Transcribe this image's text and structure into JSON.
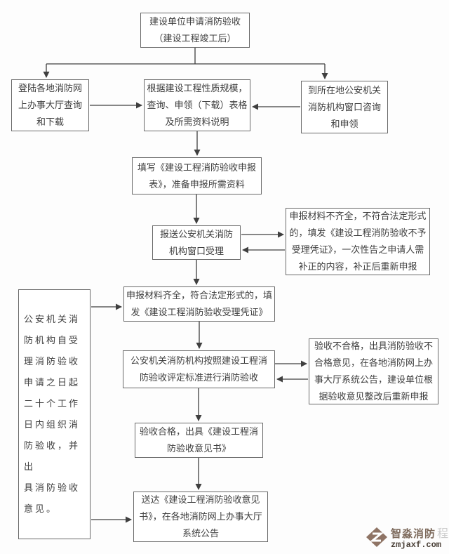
{
  "flowchart": {
    "nodes": {
      "start": {
        "text": "建设单位申请消防验收\n（建设工程竣工后）"
      },
      "online_hall": {
        "text": "登陆各地消防网\n上办事大厅查询\n和下载"
      },
      "materials": {
        "text": "根据建设工程性质规模，\n查询、申领（下载）表格\n及所需资料说明"
      },
      "window_consult": {
        "text": "到所在地公安机关\n消防机构窗口咨询\n和申领"
      },
      "fill_form": {
        "text": "填写《建设工程消防验收申报\n表》，准备申报所需资料"
      },
      "submit": {
        "text": "报送公安机关消防\n机构窗口受理"
      },
      "incomplete": {
        "text": "申报材料不齐全，不符合法定形式\n的，填发《建设工程消防验收不予\n受理凭证》，一次性告之申请人需\n补正的内容，补正后重新申报"
      },
      "accepted": {
        "text": "申报材料齐全，符合法定形式的，填\n发《建设工程消防验收受理凭证》"
      },
      "inspection": {
        "text": "公安机关消防机构按照建设工程消\n防验收评定标准进行消防验收"
      },
      "fail": {
        "text": "验收不合格，出具消防验收不\n合格意见，在各地消防网上办\n事大厅系统公告，建设单位根\n据验收意见整改后重新申报"
      },
      "pass": {
        "text": "验收合格，出具《建设工程消\n防验收意见书》"
      },
      "deliver": {
        "text": "送达《建设工程消防验收意见\n书》，在各地消防网上办事大厅\n系统公告"
      },
      "timeline": {
        "text": "公安机关消\n防机构自受\n理消防验收\n申请之日起\n二十个工作\n日内组织消\n防验收，并出\n具消防验收\n意见。"
      }
    }
  },
  "logo": {
    "brand": "智淼消防",
    "domain": "zmjaxf.com",
    "watermark": "程",
    "brand_color": "#7e6b5d",
    "icon_color": "#8f7465"
  },
  "colors": {
    "line": "#3f3f3f",
    "box_border": "#696969",
    "text": "#3d3d3d",
    "background": "#fdfdfd"
  }
}
